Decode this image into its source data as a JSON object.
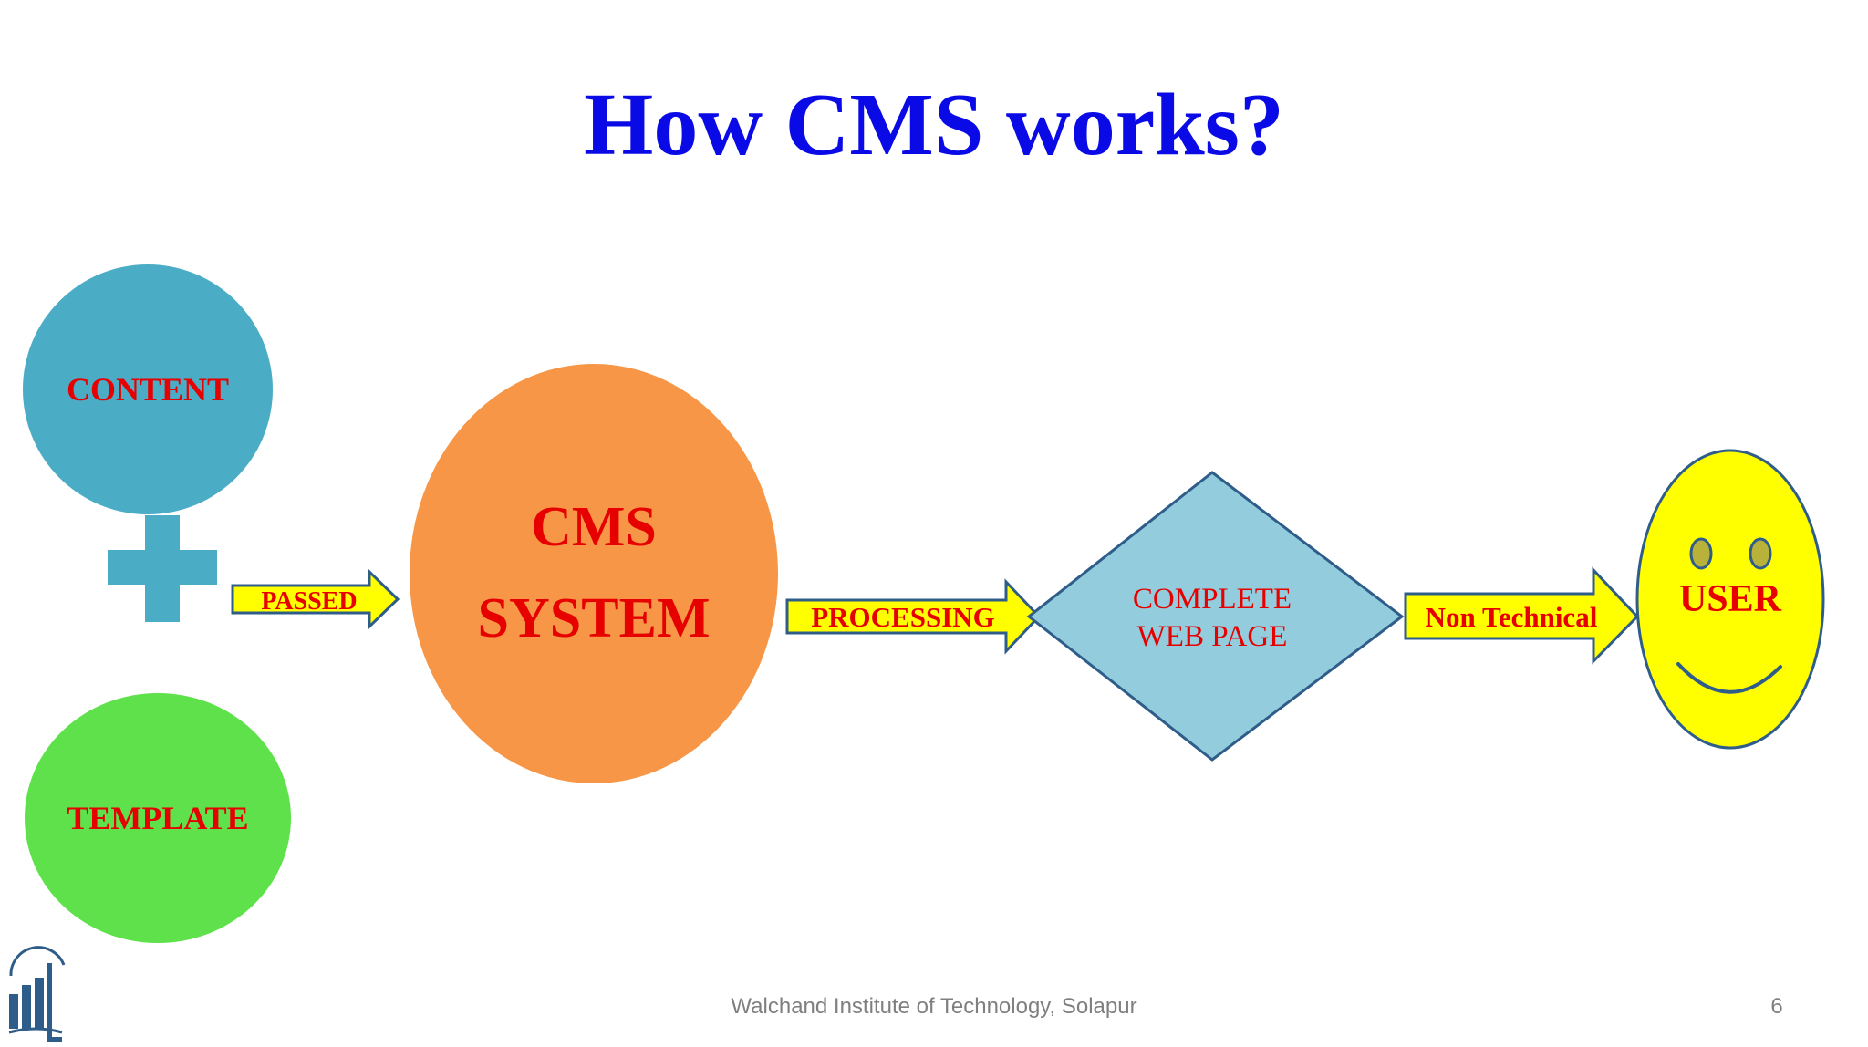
{
  "title": "How CMS works?",
  "nodes": {
    "content": "CONTENT",
    "template": "TEMPLATE",
    "cms_line1": "CMS",
    "cms_line2": "SYSTEM",
    "webpage_line1": "COMPLETE",
    "webpage_line2": "WEB PAGE",
    "user": "USER"
  },
  "arrows": {
    "passed": "PASSED",
    "processing": "PROCESSING",
    "non_technical": "Non Technical"
  },
  "footer": {
    "institute": "Walchand Institute of Technology, Solapur",
    "page_number": "6"
  },
  "colors": {
    "title": "#0a0ae6",
    "label_red": "#e60000",
    "content_circle": "#4bacc6",
    "template_circle": "#5ee14a",
    "cms_circle": "#f79646",
    "diamond": "#93cddd",
    "smiley": "#ffff00",
    "arrow_fill": "#ffff00",
    "arrow_stroke": "#2f5d8a"
  },
  "icons": {
    "plus": "plus-icon",
    "smiley": "smiley-face-icon",
    "logo": "institute-logo"
  }
}
